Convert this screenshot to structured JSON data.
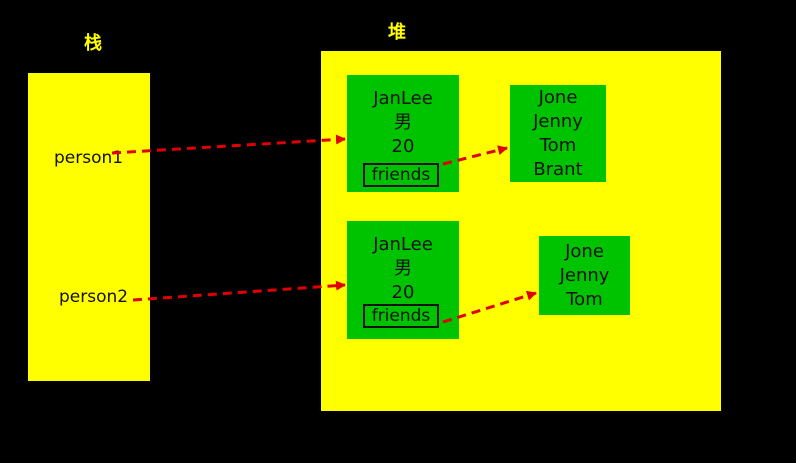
{
  "stack": {
    "title": "栈",
    "vars": [
      "person1",
      "person2"
    ]
  },
  "heap": {
    "title": "堆",
    "objects": [
      {
        "name": "JanLee",
        "gender": "男",
        "age": "20",
        "field": "friends",
        "friends": [
          "Jone",
          "Jenny",
          "Tom",
          "Brant"
        ]
      },
      {
        "name": "JanLee",
        "gender": "男",
        "age": "20",
        "field": "friends",
        "friends": [
          "Jone",
          "Jenny",
          "Tom"
        ]
      }
    ]
  },
  "colors": {
    "background": "#000000",
    "region": "#ffff00",
    "object": "#00c300",
    "arrow": "#e00000"
  }
}
